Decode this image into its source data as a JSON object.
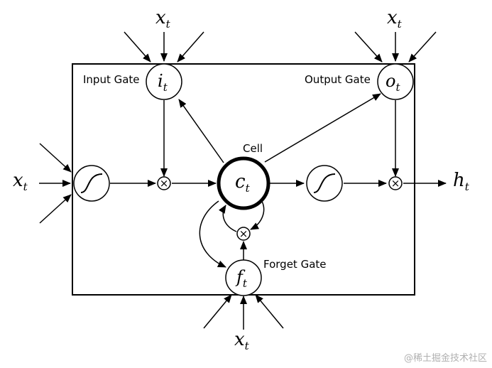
{
  "labels": {
    "input_gate": "Input Gate",
    "output_gate": "Output Gate",
    "forget_gate": "Forget Gate",
    "cell": "Cell"
  },
  "symbols": {
    "input_node": {
      "base": "i",
      "sub": "t"
    },
    "output_node": {
      "base": "o",
      "sub": "t"
    },
    "forget_node": {
      "base": "f",
      "sub": "t"
    },
    "cell_node": {
      "base": "c",
      "sub": "t"
    },
    "x_top_left": {
      "base": "x",
      "sub": "t"
    },
    "x_top_right": {
      "base": "x",
      "sub": "t"
    },
    "x_left": {
      "base": "x",
      "sub": "t"
    },
    "x_bottom": {
      "base": "x",
      "sub": "t"
    },
    "output": {
      "base": "h",
      "sub": "t"
    }
  },
  "multiply_symbol": "×",
  "watermark": "@稀土掘金技术社区",
  "colors": {
    "stroke": "#000000",
    "background": "#ffffff",
    "watermark": "#b0b0b0"
  }
}
